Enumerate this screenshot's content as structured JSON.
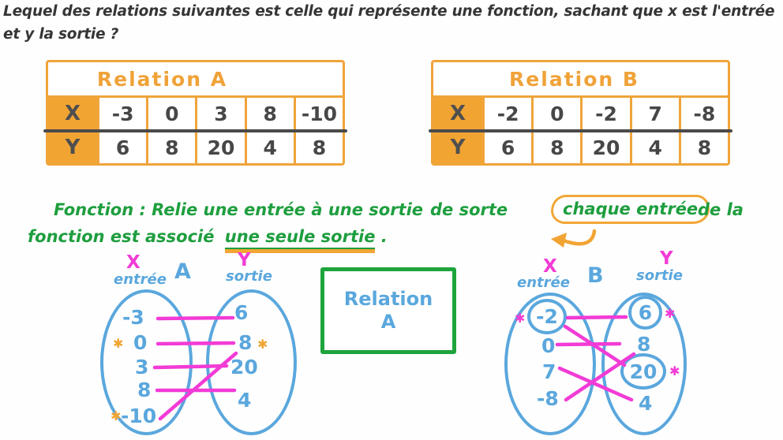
{
  "colors": {
    "orange": "#f2a433",
    "blue": "#5aa7dd",
    "magenta": "#f23bd6",
    "green": "#1e9e3e",
    "ink": "#3c3c3c"
  },
  "icons": {
    "star": "✱"
  },
  "question": {
    "line1": "Lequel des relations suivantes est celle qui représente une fonction, sachant que x est l'entrée",
    "line2": "et y la sortie ?"
  },
  "tables": [
    {
      "title": "Relation A",
      "x_label": "X",
      "y_label": "Y",
      "x_values": [
        "-3",
        "0",
        "3",
        "8",
        "-10"
      ],
      "y_values": [
        "6",
        "8",
        "20",
        "4",
        "8"
      ]
    },
    {
      "title": "Relation B",
      "x_label": "X",
      "y_label": "Y",
      "x_values": [
        "-2",
        "0",
        "-2",
        "7",
        "-8"
      ],
      "y_values": [
        "6",
        "8",
        "20",
        "4",
        "8"
      ]
    }
  ],
  "definition": {
    "part1": "Fonction : Relie une entrée à une sortie",
    "part2": "de sorte",
    "circled": "chaque entrée",
    "part3": "de la",
    "line2_start": "fonction est associé",
    "underlined": "une seule sortie",
    "line2_end": "."
  },
  "answer_box": {
    "line1": "Relation",
    "line2": "A"
  },
  "diagrams": [
    {
      "name": "A",
      "x_label": "X",
      "input_label": "entrée",
      "y_label": "Y",
      "output_label": "sortie",
      "inputs": [
        "-3",
        "0",
        "3",
        "8",
        "-10"
      ],
      "outputs": [
        "6",
        "8",
        "20",
        "4"
      ],
      "starred": {
        "inputs": [
          "0",
          "-10"
        ],
        "outputs": [
          "8"
        ]
      },
      "mappings": [
        [
          "-3",
          "6"
        ],
        [
          "0",
          "8"
        ],
        [
          "3",
          "20"
        ],
        [
          "8",
          "4"
        ],
        [
          "-10",
          "8"
        ]
      ]
    },
    {
      "name": "B",
      "x_label": "X",
      "input_label": "entrée",
      "y_label": "Y",
      "output_label": "sortie",
      "inputs": [
        "-2",
        "0",
        "7",
        "-8"
      ],
      "outputs": [
        "6",
        "8",
        "20",
        "4"
      ],
      "circled": {
        "inputs": [
          "-2"
        ],
        "outputs": [
          "6",
          "20"
        ]
      },
      "starred": {
        "inputs": [
          "-2"
        ],
        "outputs": [
          "6",
          "20"
        ]
      },
      "mappings": [
        [
          "-2",
          "6"
        ],
        [
          "-2",
          "20"
        ],
        [
          "0",
          "8"
        ],
        [
          "7",
          "4"
        ],
        [
          "-8",
          "8"
        ]
      ]
    }
  ]
}
